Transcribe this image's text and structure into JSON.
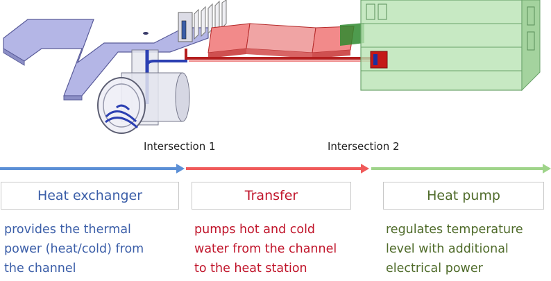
{
  "intersections": [
    "Intersection 1",
    "Intersection 2"
  ],
  "sections": [
    {
      "title": "Heat exchanger",
      "description": "provides the thermal\npower (heat/cold) from\nthe channel",
      "color": "#3b5ea8",
      "arrow_color": "#5b8fd6"
    },
    {
      "title": "Transfer",
      "description": "pumps hot and cold\nwater from the channel\nto the heat station",
      "color": "#c0142a",
      "arrow_color": "#f05a5a"
    },
    {
      "title": "Heat pump",
      "description": "regulates temperature\nlevel with additional\nelectrical power",
      "color": "#4f6b2a",
      "arrow_color": "#9fd48a"
    }
  ]
}
